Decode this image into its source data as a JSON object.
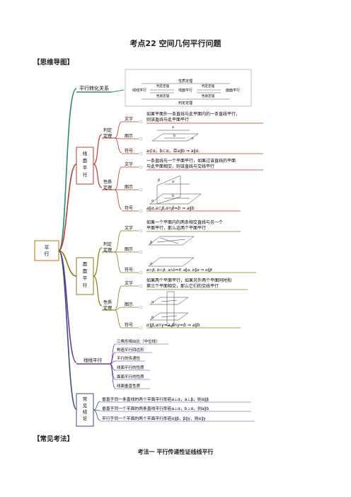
{
  "doc": {
    "title": "考点22  空间几何平行问题",
    "section_mindmap": "【思维导图】",
    "section_common": "【常见考法】",
    "method_one": "考法一   平行传递性证线线平行"
  },
  "mindmap": {
    "root": "平\n行",
    "transform": {
      "label": "平行转化关系",
      "top_caption": "性质定理",
      "bottom_caption": "判定定理",
      "line_parallel": "线线平行",
      "line_plane_parallel": "线面平行",
      "plane_parallel": "面面平行",
      "judge1": "判定定理",
      "judge2": "判定定理",
      "prop1": "性质定理",
      "prop2": "性质定理"
    },
    "line_plane": {
      "label": "线\n面\n平\n行",
      "judge": {
        "label": "判定\n定理",
        "text_label": "文字",
        "text": "如果平面外一条直线与此平面内的一条直线平行，则该直线与此平面平行",
        "fig_label": "图示",
        "sym_label": "符号",
        "symbol": "a⊄α，b⊂α，且a∥b ⇒ a∥α."
      },
      "prop": {
        "label": "性质\n定理",
        "text_label": "文字",
        "text": "一条直线与一个平面平行，如果过该直线的平面与此平面相交，则该直线与交线平行",
        "fig_label": "图示",
        "sym_label": "符号",
        "symbol": "a∥α,a⊂β,α∩β=b ⇒ a∥b"
      }
    },
    "plane_plane": {
      "label": "面\n面\n平\n行",
      "judge": {
        "label": "判定\n定理",
        "text_label": "文字",
        "text": "如果一个平面内的两条相交直线与另一个平面平行，那么这两个平面平行",
        "fig_label": "图示",
        "sym_label": "符号",
        "symbol": "a⊂β, b⊂β, a∩b=P, a∥α, b∥α ⇒ α∥β"
      },
      "prop": {
        "label": "性质\n定理",
        "text_label": "文字",
        "text": "如果两个平面平行，如果另外两个平面同时和第三个平面相交，那么它们的交线平行",
        "fig_label": "图示",
        "sym_label": "符号",
        "symbol": "α∥β,α∩γ=a,β∩γ=b ⇒ a∥b."
      }
    },
    "line_line": {
      "label": "线线平行",
      "items": [
        "三角形相似比（中位线）",
        "构造平行四边形",
        "平行的传递性",
        "线面平行的性质",
        "面面平行的性质",
        "线面垂直性质"
      ]
    },
    "conclusions": {
      "label": "常\n见\n结\n论",
      "items": [
        "垂直于同一条直线的两个平面平行即若a⊥α，a⊥β，则α∥β",
        "垂直于同一个平面的两条直线平行即若a⊥α，b⊥α，则a∥b",
        "平行于同一个平面的两个平面平行即若α∥β，β∥γ，则α∥γ"
      ]
    },
    "colors": {
      "teal": "#2a8a7a",
      "red": "#c0392b",
      "olive": "#8a7a10",
      "purple": "#6a3d9a",
      "navy": "#3b4a8a",
      "root_border": "#d08a20"
    }
  }
}
